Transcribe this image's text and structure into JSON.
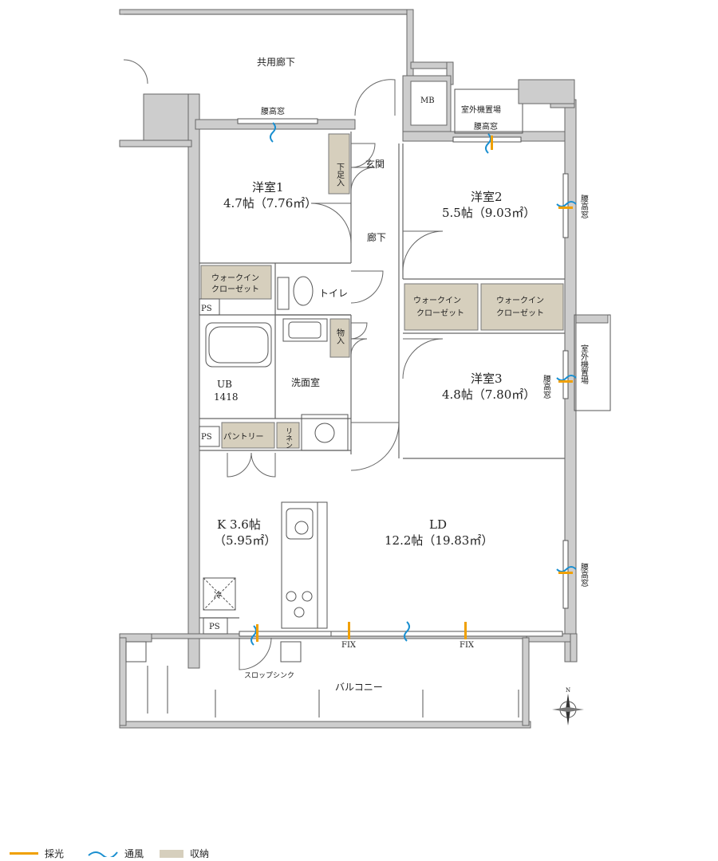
{
  "labels": {
    "common_corridor": "共用廊下",
    "waist_window": "腰高窓",
    "mb": "MB",
    "outdoor_unit": "室外機置場",
    "entrance": "玄関",
    "shoe_box": "下足入",
    "hallway": "廊下",
    "toilet": "トイレ",
    "storage_room": "物入",
    "washroom": "洗面室",
    "ub": "UB",
    "ub_size": "1418",
    "ps": "PS",
    "pantry": "パントリー",
    "linen": "リネン",
    "wic_top": "ウォークイン",
    "wic_bottom": "クローゼット",
    "room1": "洋室1",
    "room1_size": "4.7帖（7.76㎡）",
    "room2": "洋室2",
    "room2_size": "5.5帖（9.03㎡）",
    "room3": "洋室3",
    "room3_size": "4.8帖（7.80㎡）",
    "kitchen": "K 3.6帖",
    "kitchen_size": "（5.95㎡）",
    "ld": "LD",
    "ld_size": "12.2帖（19.83㎡）",
    "fridge": "冷",
    "fix": "FIX",
    "slop_sink": "スロップシンク",
    "balcony": "バルコニー"
  },
  "legend": {
    "light": "採光",
    "wind": "通風",
    "storage": "収納"
  },
  "colors": {
    "light": "#f0a000",
    "wind": "#1a8fd0",
    "storage": "#d6cfbd",
    "wall": "#cdcdcd"
  }
}
